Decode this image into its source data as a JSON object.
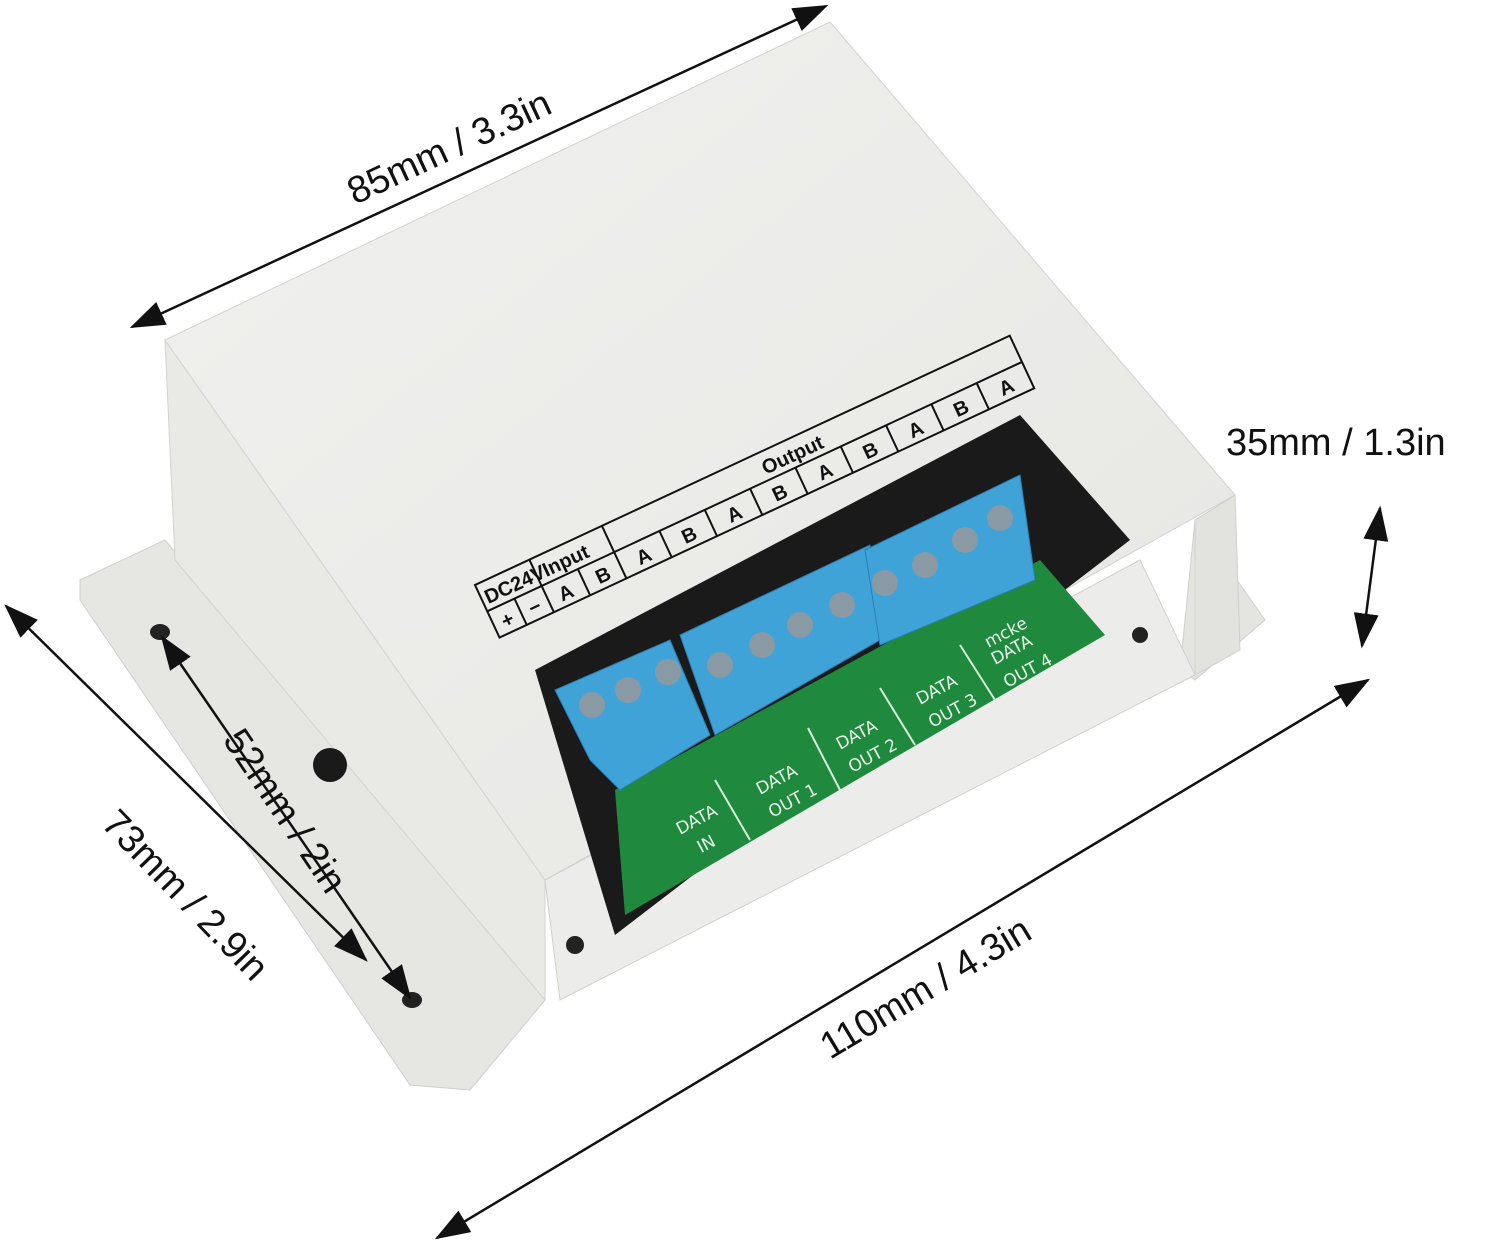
{
  "dimensions": {
    "length_top": "85mm / 3.3in",
    "height": "35mm / 1.3in",
    "depth_outer": "73mm / 2.9in",
    "hole_spacing": "52mm / 2in",
    "length_bottom": "110mm / 4.3in"
  },
  "label_table": {
    "power": "DC24V",
    "plus": "+",
    "minus": "−",
    "input_header": "Input",
    "output_header": "Output",
    "a": "A",
    "b": "B"
  },
  "pcb": {
    "data": "DATA",
    "in": "IN",
    "out1": "OUT 1",
    "out2": "OUT 2",
    "out3": "OUT 3",
    "out4": "OUT 4",
    "maker": "mcke"
  },
  "colors": {
    "enclosure": "#ededeb",
    "terminal": "#3fa3d8",
    "pcb": "#1f8a3e"
  }
}
